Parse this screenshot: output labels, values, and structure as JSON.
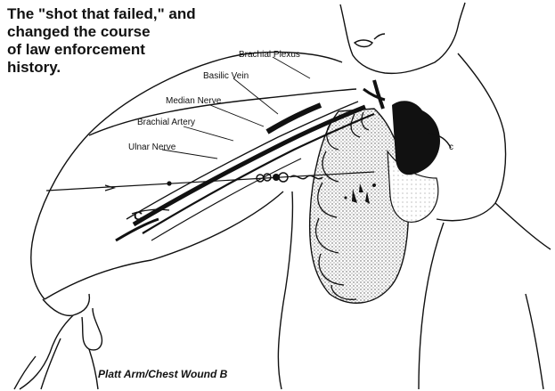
{
  "headline": {
    "lines": [
      "The \"shot that failed,\" and",
      "changed the course",
      "of law enforcement",
      "history."
    ]
  },
  "labels": {
    "brachial_plexus": "Brachial Plexus",
    "basilic_vein": "Basilic Vein",
    "median_nerve": "Median Nerve",
    "brachial_artery": "Brachial Artery",
    "ulnar_nerve": "Ulnar Nerve"
  },
  "markers": {
    "arm_marker": "C",
    "chest_marker": "c"
  },
  "caption": "Platt Arm/Chest Wound B",
  "colors": {
    "ink": "#111111",
    "background": "#ffffff",
    "stipple": "#888888"
  }
}
